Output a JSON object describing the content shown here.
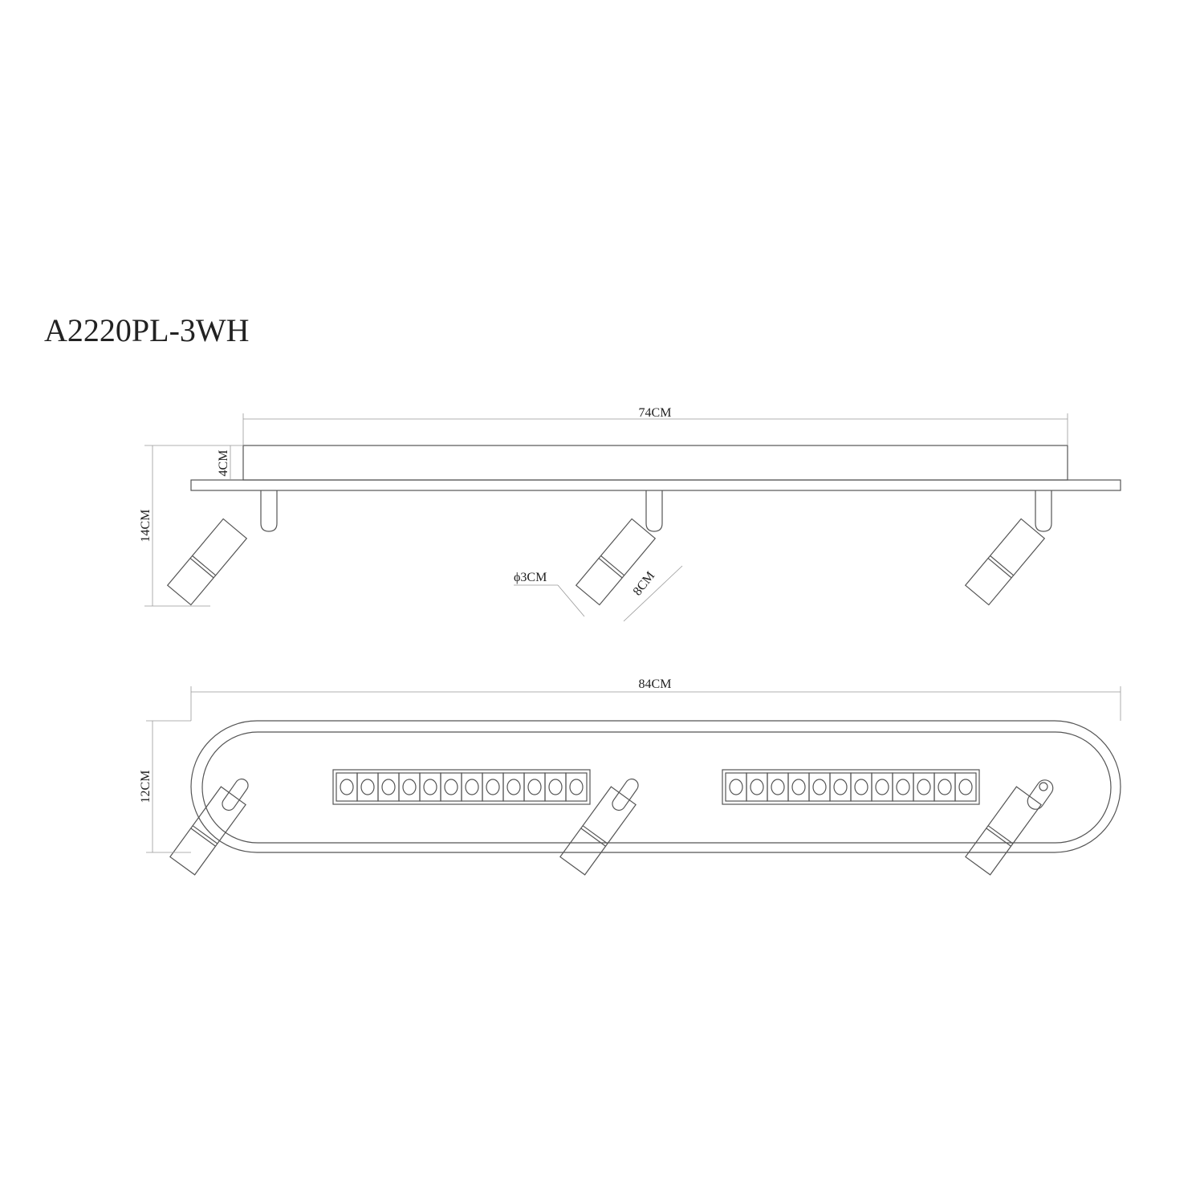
{
  "model": "A2220PL-3WH",
  "side_view": {
    "width_label": "74CM",
    "body_height_label": "4CM",
    "total_height_label": "14CM",
    "diameter_label": "ϕ3CM",
    "spot_length_label": "8CM"
  },
  "bottom_view": {
    "width_label": "84CM",
    "depth_label": "12CM",
    "led_cells_per_strip": 12
  },
  "colors": {
    "line": "#555555",
    "dimension": "#999999",
    "text": "#222222"
  }
}
